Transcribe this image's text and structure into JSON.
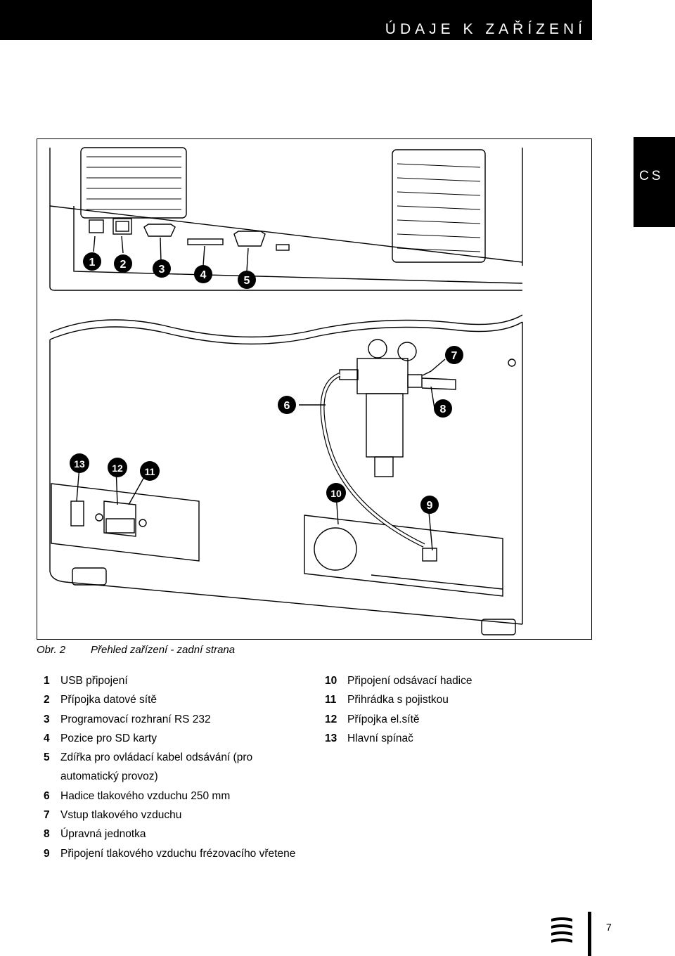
{
  "header": {
    "title": "ÚDAJE K ZAŘÍZENÍ"
  },
  "lang_tab": {
    "label": "CS"
  },
  "figure": {
    "callouts": [
      "1",
      "2",
      "3",
      "4",
      "5",
      "6",
      "7",
      "8",
      "9",
      "10",
      "11",
      "12",
      "13"
    ]
  },
  "caption": {
    "number": "Obr. 2",
    "text": "Přehled zařízení - zadní strana"
  },
  "legend_left": [
    {
      "num": "1",
      "text": "USB připojení"
    },
    {
      "num": "2",
      "text": "Přípojka datové sítě"
    },
    {
      "num": "3",
      "text": "Programovací rozhraní RS 232"
    },
    {
      "num": "4",
      "text": "Pozice pro SD karty"
    },
    {
      "num": "5",
      "text": "Zdířka pro ovládací kabel odsávání (pro automatický provoz)"
    },
    {
      "num": "6",
      "text": "Hadice tlakového vzduchu 250 mm"
    },
    {
      "num": "7",
      "text": "Vstup tlakového vzduchu"
    },
    {
      "num": "8",
      "text": "Úpravná jednotka"
    },
    {
      "num": "9",
      "text": "Připojení tlakového vzduchu frézovacího vřetene"
    }
  ],
  "legend_right": [
    {
      "num": "10",
      "text": "Připojení odsávací hadice"
    },
    {
      "num": "11",
      "text": "Přihrádka s pojistkou"
    },
    {
      "num": "12",
      "text": "Přípojka el.sítě"
    },
    {
      "num": "13",
      "text": "Hlavní spínač"
    }
  ],
  "footer": {
    "page_number": "7"
  }
}
